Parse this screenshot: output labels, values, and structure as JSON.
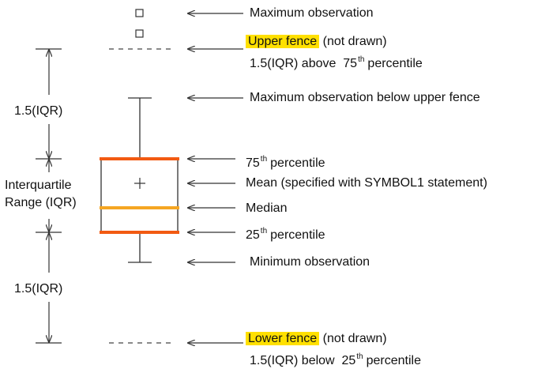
{
  "labels": {
    "max_obs": "Maximum observation",
    "upper_fence_hl": "Upper fence",
    "upper_fence_rest": " (not drawn)",
    "upper_rule_pre": "1.5(IQR) above",
    "upper_rule_num": "75",
    "upper_rule_sup": "th",
    "upper_rule_post": "percentile",
    "max_below_fence": "Maximum observation below upper fence",
    "p75_num": "75",
    "p75_sup": "th",
    "p75_post": "percentile",
    "mean": "Mean (specified with SYMBOL1 statement)",
    "median": "Median",
    "p25_num": "25",
    "p25_sup": "th",
    "p25_post": "percentile",
    "min_obs": "Minimum observation",
    "lower_fence_hl": "Lower fence",
    "lower_fence_rest": " (not drawn)",
    "lower_rule_pre": "1.5(IQR) below",
    "lower_rule_num": "25",
    "lower_rule_sup": "th",
    "lower_rule_post": "percentile",
    "iqr_upper_span": "1.5(IQR)",
    "iqr_line1": "Interquartile",
    "iqr_line2": "Range (IQR)",
    "iqr_lower_span": "1.5(IQR)"
  },
  "colors": {
    "quartile_line": "#f25a12",
    "median_line": "#f5a623",
    "highlight": "#ffe000",
    "line": "#333333"
  }
}
